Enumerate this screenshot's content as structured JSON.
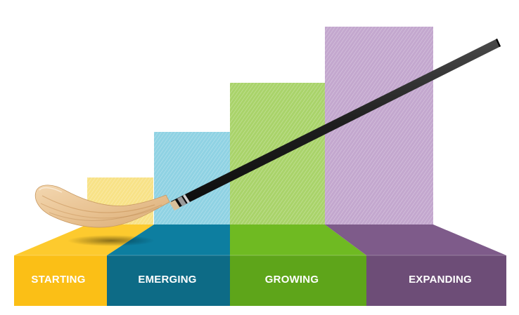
{
  "stages": [
    {
      "label": "STARTING",
      "level": 1,
      "front": "#fbbf16",
      "top": "#fdca2e",
      "bar": "#f8e287"
    },
    {
      "label": "EMERGING",
      "level": 2,
      "front": "#0d6b86",
      "top": "#0d7ea0",
      "bar": "#8fd2e3"
    },
    {
      "label": "GROWING",
      "level": 3,
      "front": "#5ea51a",
      "top": "#6fba22",
      "bar": "#a9d36a"
    },
    {
      "label": "EXPANDING",
      "level": 4,
      "front": "#6d4d77",
      "top": "#7e5b8a",
      "bar": "#c3a7ce"
    }
  ],
  "icons": {
    "stick": "hockey-stick-icon"
  }
}
